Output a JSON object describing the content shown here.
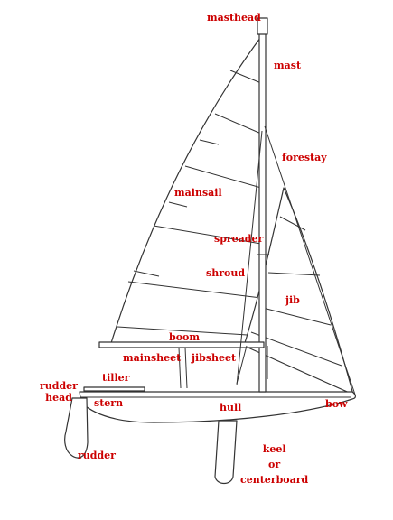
{
  "colors": {
    "label": "#cc0000",
    "line": "#333333",
    "fill": "#ffffff"
  },
  "labels": {
    "masthead": "masthead",
    "mast": "mast",
    "forestay": "forestay",
    "mainsail": "mainsail",
    "spreader": "spreader",
    "shroud": "shroud",
    "jib": "jib",
    "boom": "boom",
    "mainsheet": "mainsheet",
    "jibsheet": "jibsheet",
    "tiller": "tiller",
    "rudder_head_line1": "rudder",
    "rudder_head_line2": "head",
    "stern": "stern",
    "hull": "hull",
    "bow": "bow",
    "rudder": "rudder",
    "keel_line1": "keel",
    "keel_line2": "or",
    "keel_line3": "centerboard"
  }
}
